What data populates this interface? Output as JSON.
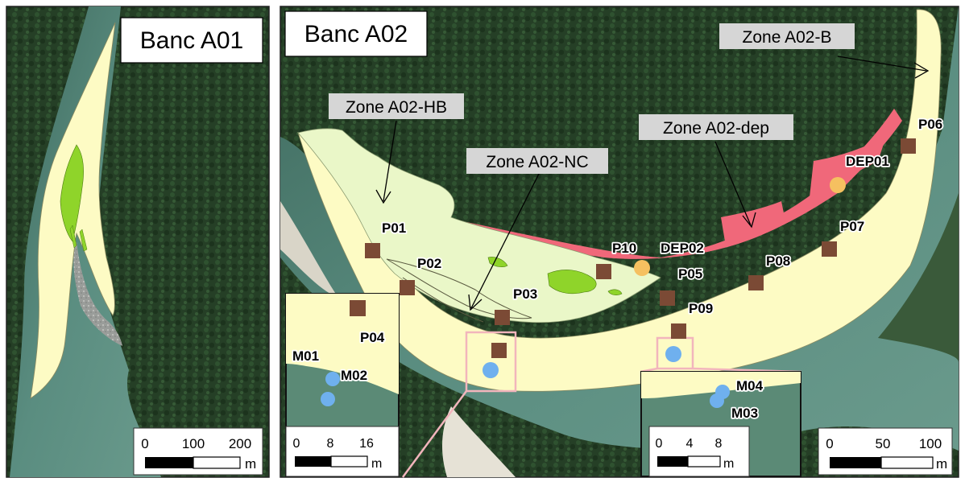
{
  "panel_a01": {
    "title": "Banc A01",
    "scale_ticks": [
      "0",
      "100",
      "200"
    ],
    "scale_unit": "m"
  },
  "panel_a02": {
    "title": "Banc A02",
    "zones": [
      "Zone A02-B",
      "Zone A02-HB",
      "Zone A02-dep",
      "Zone A02-NC"
    ],
    "points": [
      "P01",
      "P02",
      "P03",
      "P04",
      "P05",
      "P06",
      "P07",
      "P08",
      "P09",
      "P10"
    ],
    "deposits": [
      "DEP01",
      "DEP02"
    ],
    "scale_ticks": [
      "0",
      "50",
      "100"
    ],
    "scale_unit": "m"
  },
  "inset_left": {
    "points": [
      "P04"
    ],
    "markers": [
      "M01",
      "M02"
    ],
    "scale_ticks": [
      "0",
      "8",
      "16"
    ],
    "scale_unit": "m"
  },
  "inset_right": {
    "markers": [
      "M04",
      "M03"
    ],
    "scale_ticks": [
      "0",
      "4",
      "8"
    ],
    "scale_unit": "m"
  },
  "legend_colors": {
    "bank": "#fdfbc4",
    "vegetated_bank": "#eaf7c8",
    "deposit_zone": "#f0687a",
    "vegetation_patch": "#8fd42a",
    "point_marker": "#7b4a35",
    "deposit_marker": "#f5c060",
    "water_marker": "#6fb0ee",
    "inset_outline": "#f2b5bc"
  }
}
